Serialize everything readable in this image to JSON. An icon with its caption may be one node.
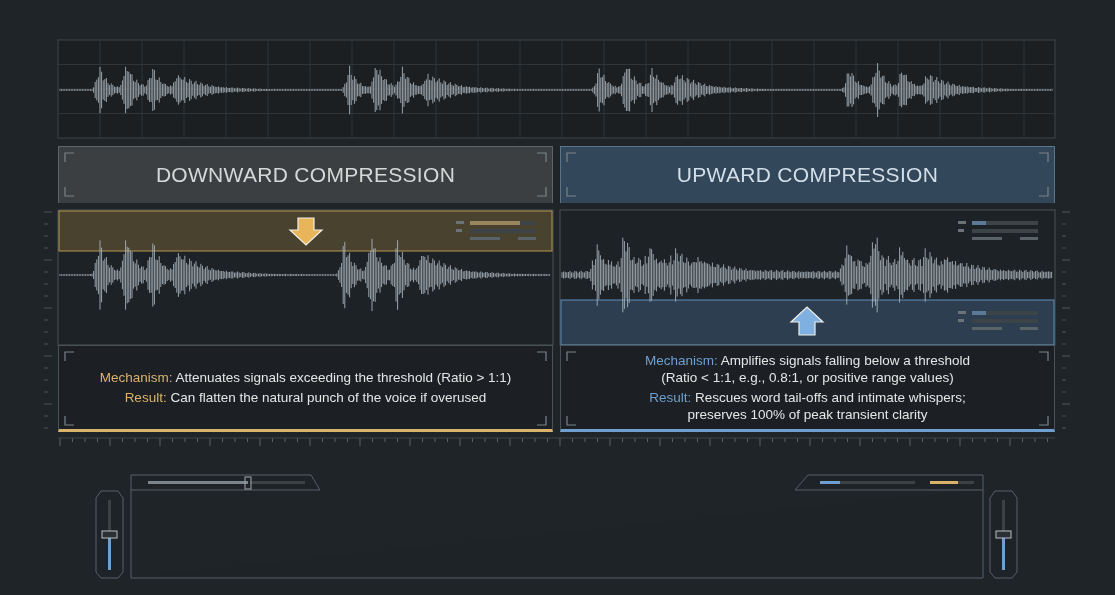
{
  "diagram": {
    "nodes": [
      {
        "text": [
          "DOWNWARD COMPRESSION"
        ]
      },
      {
        "text": [
          "UPWARD COMPRESSION"
        ]
      },
      {
        "text": [
          "Mechanism: Attenuates signals exceeding the threshold (Ratio > 1:1)",
          "Result: Can flatten the natural punch of the voice if overused"
        ]
      },
      {
        "text": [
          "Mechanism: Amplifies signals falling below a threshold (Ratio < 1:1, e.g., 0.8:1, or positive range values)",
          "Result: Rescues word tail-offs and intimate whispers; preserves 100% of peak transient clarity"
        ]
      }
    ]
  }
}
